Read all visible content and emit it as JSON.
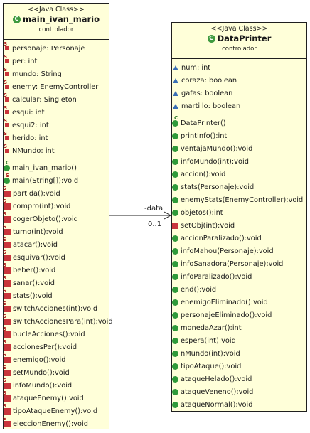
{
  "left_class": {
    "stereotype": "<<Java Class>>",
    "name": "main_ivan_mario",
    "package": "controlador",
    "fields": [
      {
        "text": "personaje: Personaje",
        "icon": "private-static-field-icon"
      },
      {
        "text": "per: int",
        "icon": "private-static-field-icon"
      },
      {
        "text": "mundo: String",
        "icon": "private-static-field-icon"
      },
      {
        "text": "enemy: EnemyController",
        "icon": "private-static-field-icon"
      },
      {
        "text": "calcular: Singleton",
        "icon": "private-static-field-icon"
      },
      {
        "text": "esqui: int",
        "icon": "private-static-field-icon"
      },
      {
        "text": "esqui2: int",
        "icon": "private-static-field-icon"
      },
      {
        "text": "herido: int",
        "icon": "private-static-field-icon"
      },
      {
        "text": "NMundo: int",
        "icon": "private-static-field-icon"
      }
    ],
    "methods": [
      {
        "text": "main_ivan_mario()",
        "icon": "constructor-icon"
      },
      {
        "text": "main(String[]):void",
        "icon": "public-static-method-icon"
      },
      {
        "text": "partida():void",
        "icon": "private-static-method-icon"
      },
      {
        "text": "compro(int):void",
        "icon": "private-static-method-icon"
      },
      {
        "text": "cogerObjeto():void",
        "icon": "private-static-method-icon"
      },
      {
        "text": "turno(int):void",
        "icon": "private-static-method-icon"
      },
      {
        "text": "atacar():void",
        "icon": "private-static-method-icon"
      },
      {
        "text": "esquivar():void",
        "icon": "private-static-method-icon"
      },
      {
        "text": "beber():void",
        "icon": "private-static-method-icon"
      },
      {
        "text": "sanar():void",
        "icon": "private-static-method-icon"
      },
      {
        "text": "stats():void",
        "icon": "private-static-method-icon"
      },
      {
        "text": "switchAcciones(int):void",
        "icon": "private-static-method-icon"
      },
      {
        "text": "switchAccionesPara(int):void",
        "icon": "private-static-method-icon"
      },
      {
        "text": "bucleAcciones():void",
        "icon": "private-static-method-icon"
      },
      {
        "text": "accionesPer():void",
        "icon": "private-static-method-icon"
      },
      {
        "text": "enemigo():void",
        "icon": "private-static-method-icon"
      },
      {
        "text": "setMundo():void",
        "icon": "private-static-method-icon"
      },
      {
        "text": "infoMundo():void",
        "icon": "private-static-method-icon"
      },
      {
        "text": "ataqueEnemy():void",
        "icon": "private-static-method-icon"
      },
      {
        "text": "tipoAtaqueEnemy():void",
        "icon": "private-static-method-icon"
      },
      {
        "text": "eleccionEnemy():void",
        "icon": "private-static-method-icon"
      }
    ]
  },
  "right_class": {
    "stereotype": "<<Java Class>>",
    "name": "DataPrinter",
    "package": "controlador",
    "fields": [
      {
        "text": "num: int",
        "icon": "package-field-icon"
      },
      {
        "text": "coraza: boolean",
        "icon": "package-field-icon"
      },
      {
        "text": "gafas: boolean",
        "icon": "package-field-icon"
      },
      {
        "text": "martillo: boolean",
        "icon": "package-field-icon"
      }
    ],
    "methods": [
      {
        "text": "DataPrinter()",
        "icon": "constructor-icon"
      },
      {
        "text": "printInfo():int",
        "icon": "public-method-icon"
      },
      {
        "text": "ventajaMundo():void",
        "icon": "public-method-icon"
      },
      {
        "text": "infoMundo(int):void",
        "icon": "public-method-icon"
      },
      {
        "text": "accion():void",
        "icon": "public-method-icon"
      },
      {
        "text": "stats(Personaje):void",
        "icon": "public-method-icon"
      },
      {
        "text": "enemyStats(EnemyController):void",
        "icon": "public-method-icon"
      },
      {
        "text": "objetos():int",
        "icon": "public-method-icon"
      },
      {
        "text": "setObj(int):void",
        "icon": "private-method-icon"
      },
      {
        "text": "accionParalizado():void",
        "icon": "public-method-icon"
      },
      {
        "text": "infoMahou(Personaje):void",
        "icon": "public-method-icon"
      },
      {
        "text": "infoSanadora(Personaje):void",
        "icon": "public-method-icon"
      },
      {
        "text": "infoParalizado():void",
        "icon": "public-method-icon"
      },
      {
        "text": "end():void",
        "icon": "public-method-icon"
      },
      {
        "text": "enemigoEliminado():void",
        "icon": "public-method-icon"
      },
      {
        "text": "personajeEliminado():void",
        "icon": "public-method-icon"
      },
      {
        "text": "monedaAzar():int",
        "icon": "public-method-icon"
      },
      {
        "text": "espera(int):void",
        "icon": "public-method-icon"
      },
      {
        "text": "nMundo(int):void",
        "icon": "public-method-icon"
      },
      {
        "text": "tipoAtaque():void",
        "icon": "public-method-icon"
      },
      {
        "text": "ataqueHelado():void",
        "icon": "public-method-icon"
      },
      {
        "text": "ataqueVeneno():void",
        "icon": "public-method-icon"
      },
      {
        "text": "ataqueNormal():void",
        "icon": "public-method-icon"
      }
    ]
  },
  "association": {
    "role": "-data",
    "multiplicity": "0..1"
  },
  "colors": {
    "class_fill": "#ffffd9",
    "private_red": "#c8353c",
    "public_green": "#2f9a3a",
    "package_blue": "#3a6fb5"
  }
}
